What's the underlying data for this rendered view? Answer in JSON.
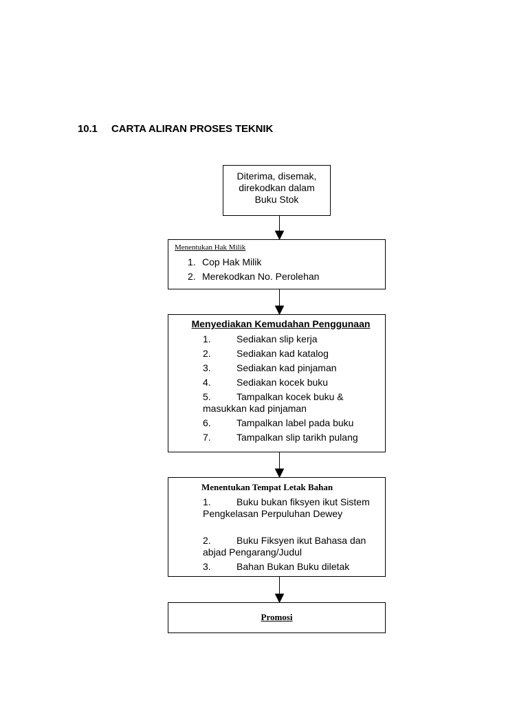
{
  "heading": {
    "number": "10.1",
    "title": "CARTA ALIRAN PROSES TEKNIK"
  },
  "box1": {
    "lines": [
      "Diterima, disemak,",
      "direkodkan dalam",
      "Buku Stok"
    ]
  },
  "box2": {
    "title": "Menentukan Hak Milik",
    "items": [
      {
        "num": "1.",
        "text": "Cop Hak Milik"
      },
      {
        "num": "2.",
        "text": "Merekodkan No. Perolehan"
      }
    ]
  },
  "box3": {
    "title": "Menyediakan Kemudahan Penggunaan",
    "items": [
      {
        "num": "1.",
        "text": "Sediakan slip kerja"
      },
      {
        "num": "2.",
        "text": "Sediakan kad katalog"
      },
      {
        "num": "3.",
        "text": "Sediakan kad pinjaman"
      },
      {
        "num": "4.",
        "text": "Sediakan kocek buku"
      },
      {
        "num": "5.",
        "text": "Tampalkan kocek buku & masukkan kad pinjaman"
      },
      {
        "num": "6.",
        "text": "Tampalkan label pada buku"
      },
      {
        "num": "7.",
        "text": "Tampalkan slip tarikh pulang"
      }
    ]
  },
  "box4": {
    "title": "Menentukan Tempat Letak Bahan",
    "items": [
      {
        "num": "1.",
        "text": "Buku bukan fiksyen ikut Sistem Pengkelasan Perpuluhan Dewey"
      },
      {
        "num": "2.",
        "text": "Buku Fiksyen ikut Bahasa dan abjad Pengarang/Judul"
      },
      {
        "num": "3.",
        "text": "Bahan Bukan Buku diletak"
      }
    ]
  },
  "box5": {
    "title": "Promosi"
  }
}
